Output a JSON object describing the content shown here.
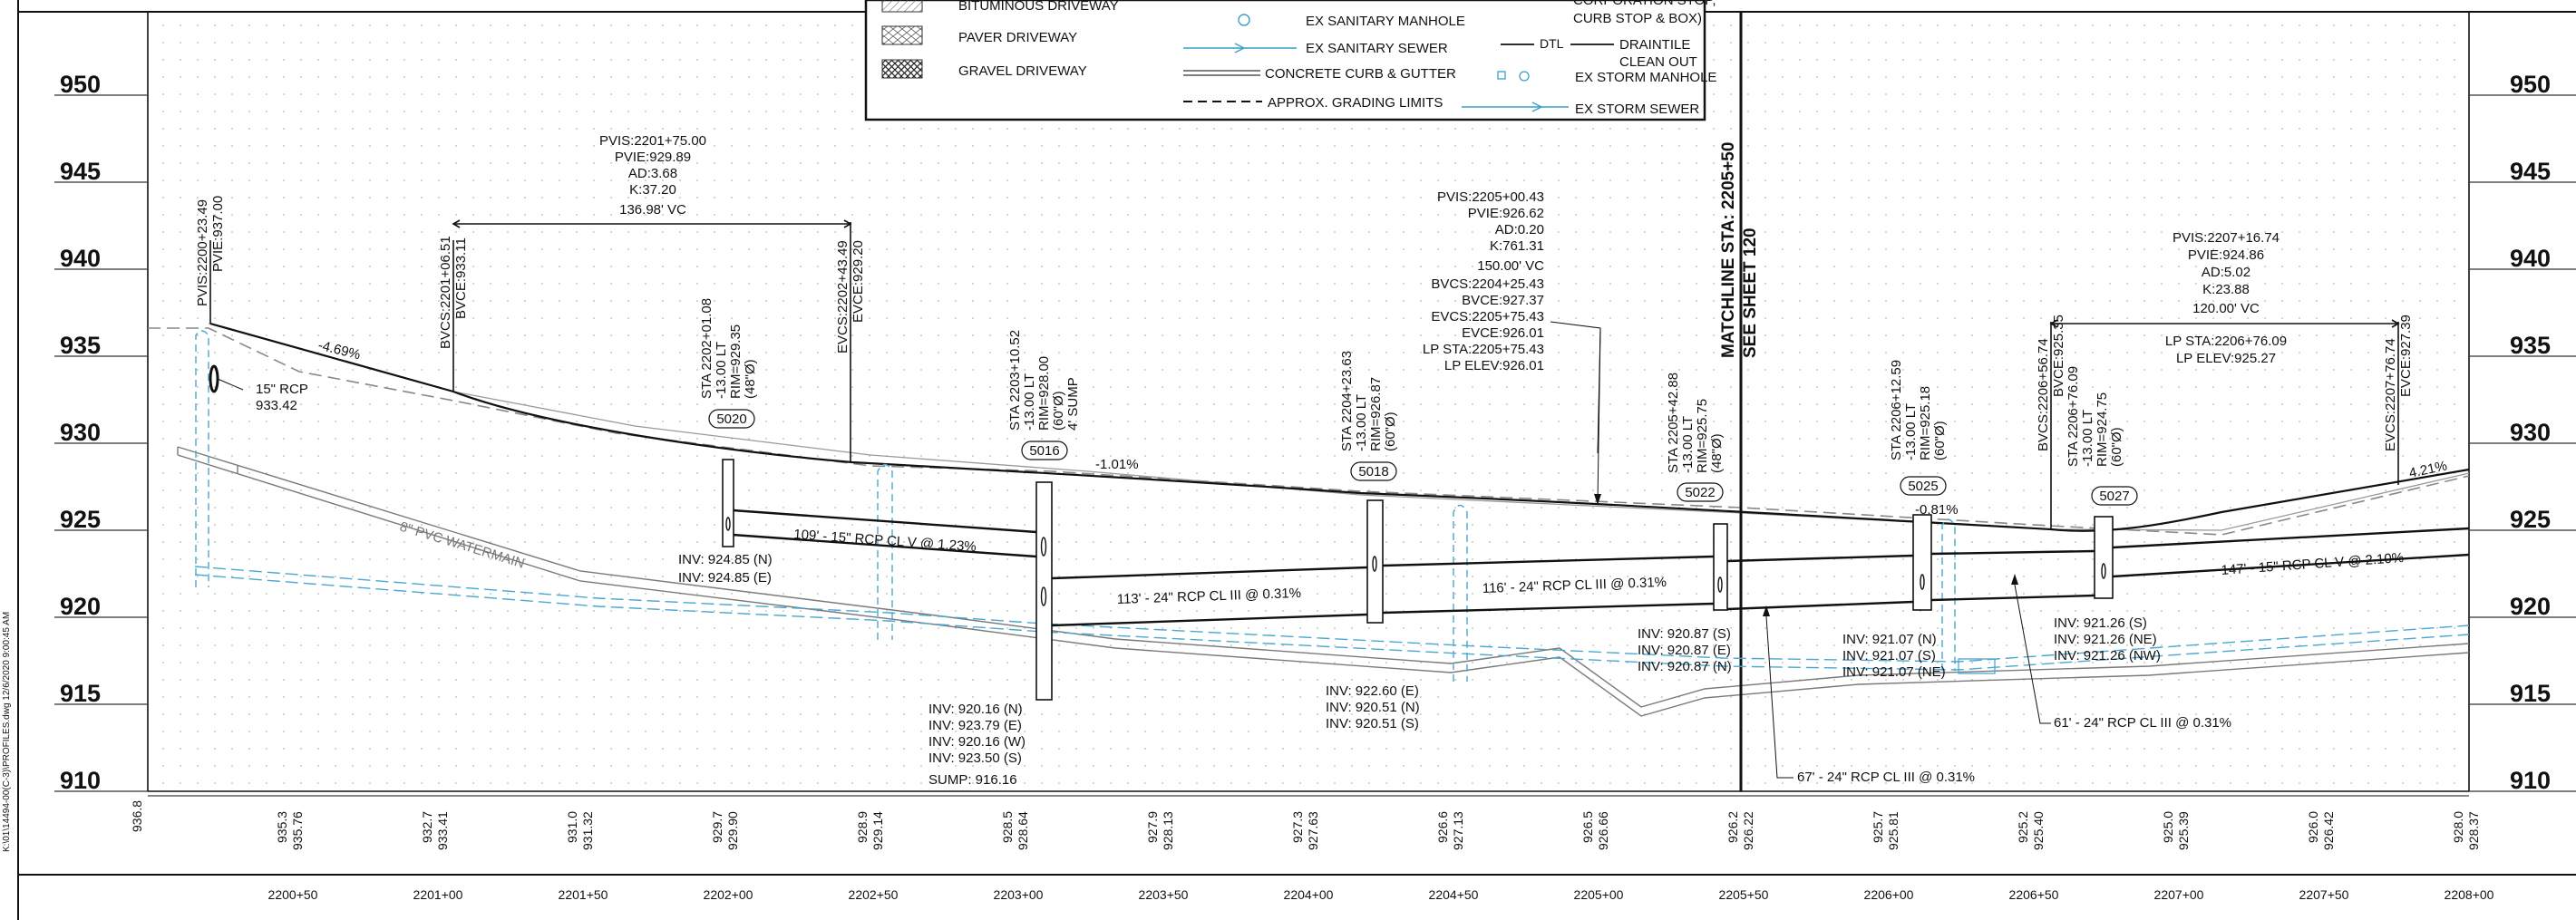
{
  "filepath": "K:\\01\\14494-00(C-3)\\PROFILES.dwg   12/6/2020 9:00:45 AM",
  "legend": {
    "bituminous_driveway": "BITUMINOUS DRIVEWAY",
    "paver_driveway": "PAVER DRIVEWAY",
    "gravel_driveway": "GRAVEL DRIVEWAY",
    "ex_sanitary_manhole": "EX SANITARY MANHOLE",
    "ex_sanitary_sewer": "EX SANITARY SEWER",
    "concrete_curb_gutter": "CONCRETE CURB & GUTTER",
    "approx_grading_limits": "APPROX. GRADING LIMITS",
    "corp_stop_1": "CORPORATION STOP,",
    "corp_stop_2": "CURB STOP & BOX)",
    "dtl_tag": "DTL",
    "draintile": "DRAINTILE",
    "clean_out": "CLEAN OUT",
    "ex_storm_manhole": "EX STORM MANHOLE",
    "ex_storm_sewer": "EX STORM SEWER"
  },
  "elevations": [
    "950",
    "945",
    "940",
    "935",
    "930",
    "925",
    "920",
    "915",
    "910"
  ],
  "stations": [
    "2200+50",
    "2201+00",
    "2201+50",
    "2202+00",
    "2202+50",
    "2203+00",
    "2203+50",
    "2204+00",
    "2204+50",
    "2205+00",
    "2205+50",
    "2206+00",
    "2206+50",
    "2207+00",
    "2207+50",
    "2208+00"
  ],
  "grade_pairs": [
    {
      "ex": "936.8",
      "pr": ""
    },
    {
      "ex": "935.3",
      "pr": "935.76"
    },
    {
      "ex": "932.7",
      "pr": "933.41"
    },
    {
      "ex": "931.0",
      "pr": "931.32"
    },
    {
      "ex": "929.7",
      "pr": "929.90"
    },
    {
      "ex": "928.9",
      "pr": "929.14"
    },
    {
      "ex": "928.5",
      "pr": "928.64"
    },
    {
      "ex": "927.9",
      "pr": "928.13"
    },
    {
      "ex": "927.3",
      "pr": "927.63"
    },
    {
      "ex": "926.6",
      "pr": "927.13"
    },
    {
      "ex": "926.5",
      "pr": "926.66"
    },
    {
      "ex": "926.2",
      "pr": "926.22"
    },
    {
      "ex": "925.7",
      "pr": "925.81"
    },
    {
      "ex": "925.2",
      "pr": "925.40"
    },
    {
      "ex": "925.0",
      "pr": "925.39"
    },
    {
      "ex": "926.0",
      "pr": "926.42"
    },
    {
      "ex": "928.0",
      "pr": "928.37"
    }
  ],
  "matchline": {
    "line1": "MATCHLINE STA: 2205+50",
    "line2": "SEE SHEET 120"
  },
  "vc1": [
    "PVIS:2201+75.00",
    "PVIE:929.89",
    "AD:3.68",
    "K:37.20",
    "136.98' VC"
  ],
  "vc2": [
    "PVIS:2205+00.43",
    "PVIE:926.62",
    "AD:0.20",
    "K:761.31",
    "150.00' VC",
    "BVCS:2204+25.43",
    "BVCE:927.37",
    "EVCS:2205+75.43",
    "EVCE:926.01",
    "LP STA:2205+75.43",
    "LP ELEV:926.01"
  ],
  "vc3": [
    "PVIS:2207+16.74",
    "PVIE:924.86",
    "AD:5.02",
    "K:23.88",
    "120.00' VC"
  ],
  "vc3_lp": [
    "LP STA:2206+76.09",
    "LP ELEV:925.27"
  ],
  "vert_labels": {
    "pvi_a": "PVIS:2200+23.49",
    "pvi_b": "PVIE:937.00",
    "bvc1_a": "BVCS:2201+06.51",
    "bvc1_b": "BVCE:933.11",
    "evc1_a": "EVCS:2202+43.49",
    "evc1_b": "EVCE:929.20",
    "bvc3_a": "BVCS:2206+56.74",
    "bvc3_b": "BVCE:925.35",
    "evc3_a": "EVCS:2207+76.74",
    "evc3_b": "EVCE:927.39"
  },
  "structures": [
    {
      "id": "5020",
      "lines": [
        "STA 2202+01.08",
        "-13.00 LT",
        "RIM=929.35",
        "(48\"Ø)"
      ]
    },
    {
      "id": "5016",
      "lines": [
        "STA 2203+10.52",
        "-13.00 LT",
        "RIM=928.00",
        "(60\"Ø)",
        "4' SUMP"
      ]
    },
    {
      "id": "5018",
      "lines": [
        "STA 2204+23.63",
        "-13.00 LT",
        "RIM=926.87",
        "(60\"Ø)"
      ]
    },
    {
      "id": "5022",
      "lines": [
        "STA 2205+42.88",
        "-13.00 LT",
        "RIM=925.75",
        "(48\"Ø)"
      ]
    },
    {
      "id": "5025",
      "lines": [
        "STA 2206+12.59",
        "-13.00 LT",
        "RIM=925.18",
        "(60\"Ø)"
      ]
    },
    {
      "id": "5027",
      "lines": [
        "STA 2206+76.09",
        "-13.00 LT",
        "RIM=924.75",
        "(60\"Ø)"
      ]
    }
  ],
  "inverts": {
    "s5020": [
      "INV: 924.85 (N)",
      "INV: 924.85 (E)"
    ],
    "s5016": [
      "INV: 920.16 (N)",
      "INV: 923.79 (E)",
      "INV: 920.16 (W)",
      "INV: 923.50 (S)",
      "SUMP: 916.16"
    ],
    "s5018": [
      "INV: 922.60 (E)",
      "INV: 920.51 (N)",
      "INV: 920.51 (S)"
    ],
    "s5022": [
      "INV: 920.87 (S)",
      "INV: 920.87 (E)",
      "INV: 920.87 (N)"
    ],
    "s5025": [
      "INV: 921.07 (N)",
      "INV: 921.07 (S)",
      "INV: 921.07 (NE)"
    ],
    "s5027": [
      "INV: 921.26 (S)",
      "INV: 921.26 (NE)",
      "INV: 921.26 (NW)"
    ]
  },
  "pipes": {
    "p1": "109' - 15\" RCP CL V @ 1.23%",
    "p2": "113' - 24\" RCP CL III @ 0.31%",
    "p3": "116' - 24\" RCP CL III @ 0.31%",
    "p4": "67' - 24\" RCP CL III @ 0.31%",
    "p5": "61' - 24\" RCP CL III @ 0.31%",
    "p6": "147' - 15\" RCP CL V @ 2.10%"
  },
  "grades": {
    "g1": "-4.69%",
    "g2": "-1.01%",
    "g3": "-0.81%",
    "g4": "4.21%"
  },
  "misc": {
    "rcp15": "15\" RCP",
    "rcp15_elev": "933.42",
    "watermain": "8\" PVC WATERMAIN"
  }
}
